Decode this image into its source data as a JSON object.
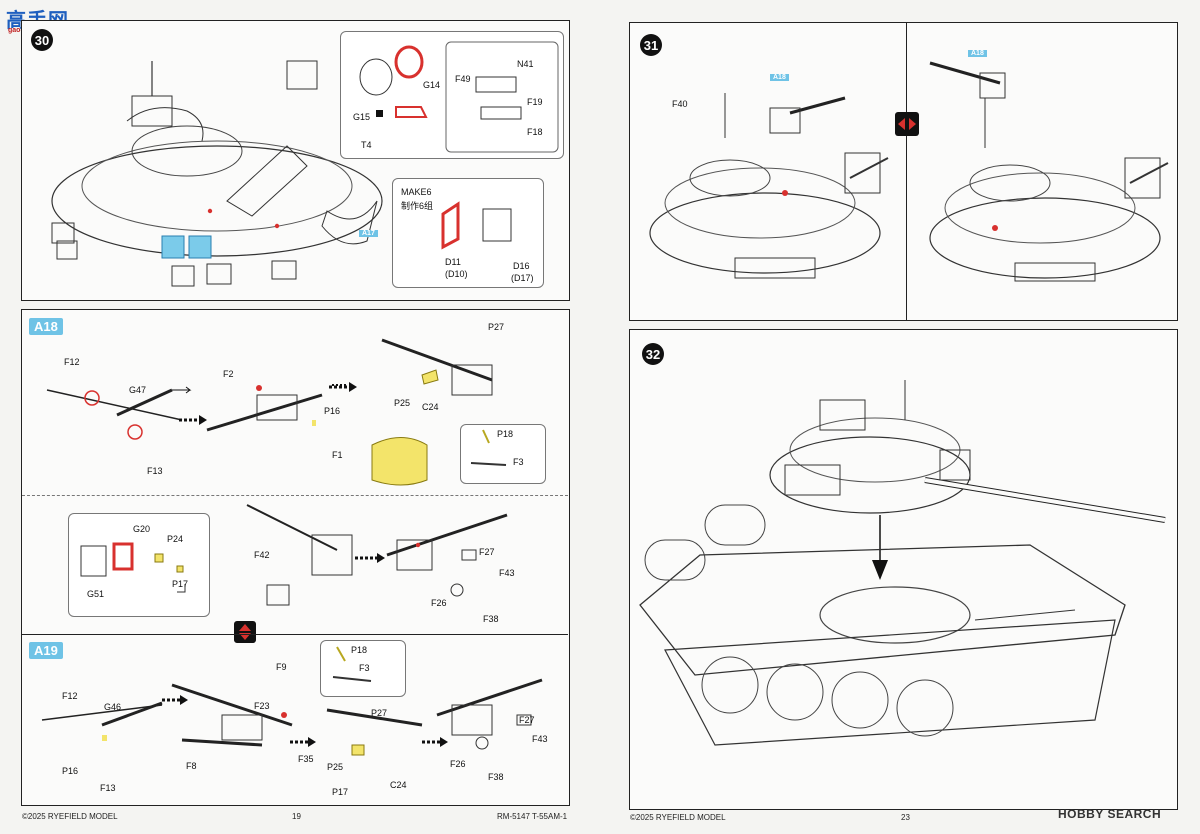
{
  "watermark": {
    "logo_text": "高手网",
    "url": "gao-shou.com"
  },
  "left_page": {
    "step30": {
      "number": "30",
      "callout_top": {
        "g14": "G14",
        "g15": "G15",
        "t4": "T4",
        "n41": "N41",
        "f49": "F49",
        "f19": "F19",
        "f18": "F18"
      },
      "callout_bottom": {
        "make_en": "MAKE6",
        "make_cn": "制作6组",
        "d11": "D11",
        "d10": "(D10)",
        "d16": "D16",
        "d17": "(D17)"
      },
      "a17": "A17"
    },
    "a18": {
      "tag": "A18",
      "labels": {
        "f12": "F12",
        "g47": "G47",
        "f13": "F13",
        "f2": "F2",
        "p16": "P16",
        "f1": "F1",
        "p27": "P27",
        "p25": "P25",
        "c24": "C24",
        "p18": "P18",
        "f3": "F3"
      },
      "lower": {
        "g20": "G20",
        "p24": "P24",
        "p17": "P17",
        "g51": "G51",
        "f42": "F42",
        "f27": "F27",
        "f43": "F43",
        "f26": "F26",
        "f38": "F38"
      }
    },
    "a19": {
      "tag": "A19",
      "labels": {
        "f9": "F9",
        "p18": "P18",
        "f3": "F3",
        "f12": "F12",
        "g46": "G46",
        "f23": "F23",
        "p16": "P16",
        "f13": "F13",
        "f8": "F8",
        "f35": "F35",
        "p27": "P27",
        "p25": "P25",
        "p17": "P17",
        "c24": "C24",
        "f27": "F27",
        "f43": "F43",
        "f26": "F26",
        "f38": "F38"
      }
    },
    "footer": {
      "copyright": "©2025 RYEFIELD MODEL",
      "page": "19",
      "model": "RM-5147 T-55AM-1"
    }
  },
  "right_page": {
    "step31": {
      "number": "31",
      "f40": "F40",
      "a18_a": "A18",
      "a18_b": "A18"
    },
    "step32": {
      "number": "32"
    },
    "footer": {
      "copyright": "©2025 RYEFIELD MODEL",
      "page": "23",
      "brand": "HOBBY SEARCH"
    }
  },
  "colors": {
    "accent_blue": "#6fc3e6",
    "highlight_red": "#d8312e",
    "yellow_part": "#f3e46a"
  }
}
